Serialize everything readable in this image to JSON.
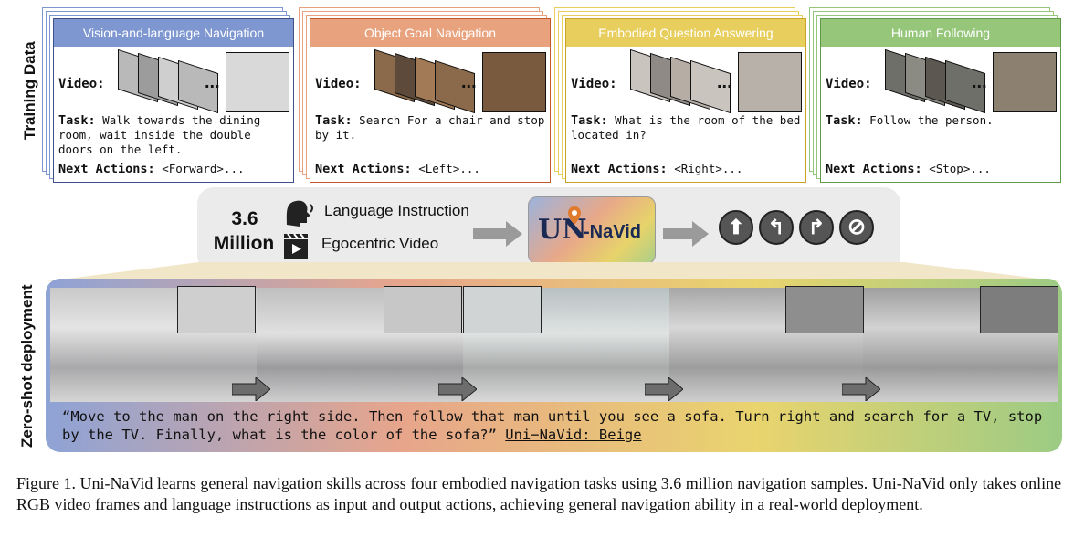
{
  "left_labels": {
    "training": "Training Data",
    "deploy": "Zero-shot deployment"
  },
  "cards": [
    {
      "title": "Vision-and-language Navigation",
      "color": "#7f97d0",
      "border": "#3e4f8a",
      "video_label": "Video:",
      "dots": "...",
      "task_label": "Task:",
      "task_text": "Walk towards the dining room, wait inside the double doors on the left.",
      "next_label": "Next Actions:",
      "next_value": "<Forward>..."
    },
    {
      "title": "Object Goal Navigation",
      "color": "#e9a27e",
      "border": "#c4582b",
      "video_label": "Video:",
      "dots": "...",
      "task_label": "Task:",
      "task_text": "Search For a chair and stop by it.",
      "next_label": "Next Actions:",
      "next_value": "<Left>..."
    },
    {
      "title": "Embodied Question Answering",
      "color": "#e7ce5d",
      "border": "#c9a426",
      "video_label": "Video:",
      "dots": "...",
      "task_label": "Task:",
      "task_text": "What is the room of the bed located in?",
      "next_label": "Next Actions:",
      "next_value": "<Right>..."
    },
    {
      "title": "Human Following",
      "color": "#95c67a",
      "border": "#5f9a48",
      "video_label": "Video:",
      "dots": "...",
      "task_label": "Task:",
      "task_text": "Follow the person.",
      "next_label": "Next Actions:",
      "next_value": "<Stop>..."
    }
  ],
  "pipeline": {
    "count_line1": "3.6",
    "count_line2": "Million",
    "input1": "Language Instruction",
    "input2": "Egocentric Video",
    "logo_main": "UN",
    "logo_suffix": "-NaVid",
    "actions": [
      "forward-arrow-icon",
      "turn-left-icon",
      "turn-right-icon",
      "stop-icon"
    ]
  },
  "deployment": {
    "quote": "“Move to the man on the right side. Then follow that man until you see a sofa. Turn right and search for a TV, stop by the TV. Finally, what is the color of the sofa?”",
    "answer": "Uni−NaVid: Beige"
  },
  "caption": "Figure 1. Uni-NaVid learns general navigation skills across four embodied navigation tasks using 3.6 million navigation samples. Uni-NaVid only takes online RGB video frames and language instructions as input and output actions, achieving general navigation ability in a real-world deployment."
}
